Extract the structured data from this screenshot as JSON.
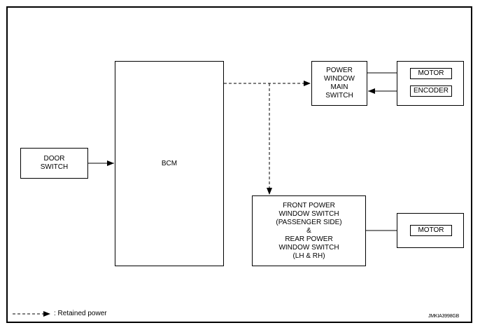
{
  "blocks": {
    "door_switch": "DOOR\nSWITCH",
    "bcm": "BCM",
    "main_switch": "POWER\nWINDOW\nMAIN\nSWITCH",
    "motor_upper": "MOTOR",
    "encoder": "ENCODER",
    "front_rear_switch": "FRONT POWER\nWINDOW SWITCH\n(PASSENGER SIDE)\n&\nREAR POWER\nWINDOW SWITCH\n(LH & RH)",
    "motor_lower": "MOTOR"
  },
  "legend": {
    "retained_power": ": Retained power"
  },
  "figure_code": "JMKIA3998GB"
}
